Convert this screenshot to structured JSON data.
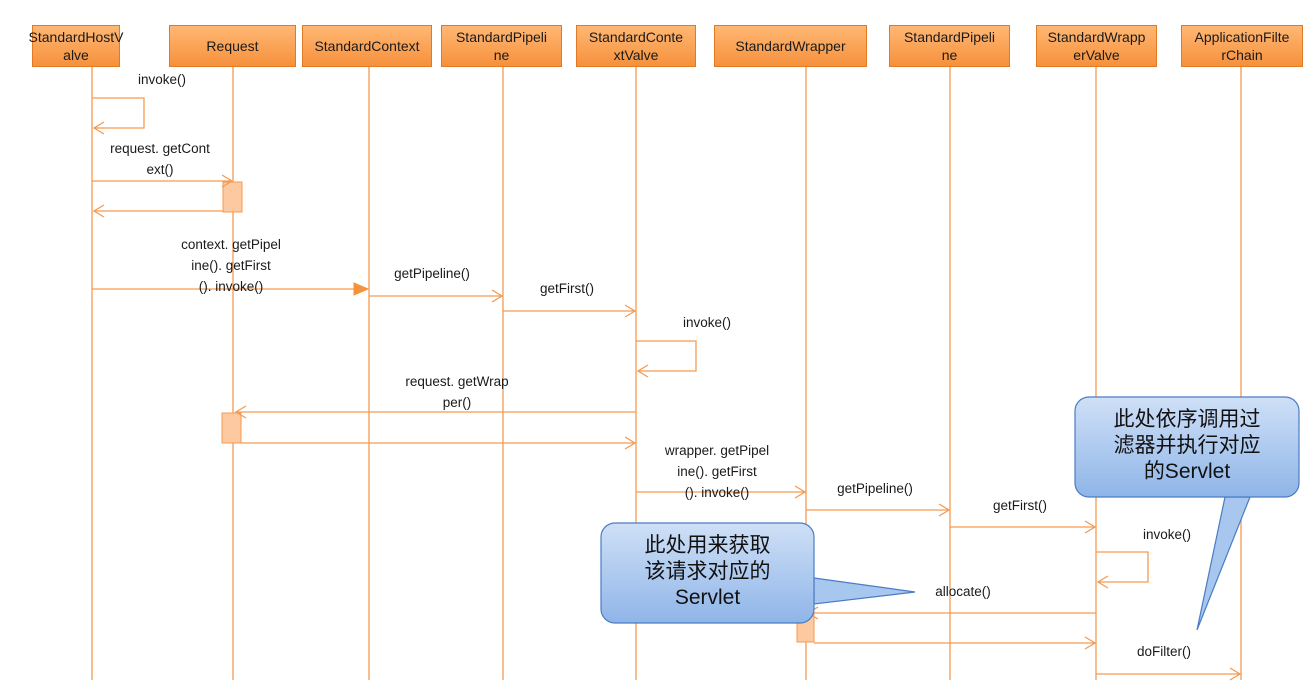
{
  "lifelines": [
    {
      "id": "l0",
      "label": "StandardHostV\nalve"
    },
    {
      "id": "l1",
      "label": "Request"
    },
    {
      "id": "l2",
      "label": "StandardContext"
    },
    {
      "id": "l3",
      "label": "StandardPipeli\nne"
    },
    {
      "id": "l4",
      "label": "StandardConte\nxtValve"
    },
    {
      "id": "l5",
      "label": "StandardWrapper"
    },
    {
      "id": "l6",
      "label": "StandardPipeli\nne"
    },
    {
      "id": "l7",
      "label": "StandardWrapp\nerValve"
    },
    {
      "id": "l8",
      "label": "ApplicationFilte\nrChain"
    }
  ],
  "messages": [
    {
      "id": "m1",
      "label": "invoke()"
    },
    {
      "id": "m2",
      "label": "request. getCont\next()"
    },
    {
      "id": "m3",
      "label": "context. getPipel\nine(). getFirst\n(). invoke()"
    },
    {
      "id": "m4",
      "label": "getPipeline()"
    },
    {
      "id": "m5",
      "label": "getFirst()"
    },
    {
      "id": "m6",
      "label": "invoke()"
    },
    {
      "id": "m7",
      "label": "request. getWrap\nper()"
    },
    {
      "id": "m8",
      "label": "wrapper. getPipel\nine(). getFirst\n(). invoke()"
    },
    {
      "id": "m9",
      "label": "getPipeline()"
    },
    {
      "id": "m10",
      "label": "getFirst()"
    },
    {
      "id": "m11",
      "label": "invoke()"
    },
    {
      "id": "m12",
      "label": "allocate()"
    },
    {
      "id": "m13",
      "label": "doFilter()"
    }
  ],
  "notes": [
    {
      "id": "n1",
      "text": "此处用来获取\n该请求对应的\nServlet"
    },
    {
      "id": "n2",
      "text": "此处依序调用过\n滤器并执行对应\n的Servlet"
    }
  ],
  "colors": {
    "header_fill": "#f6913c",
    "header_border": "#e07a24",
    "line": "#f59a52",
    "activation_fill": "#fcc9a0",
    "note_fill": "#a9c8ef",
    "note_border": "#4a7cc4",
    "text": "#1a1a1a"
  }
}
